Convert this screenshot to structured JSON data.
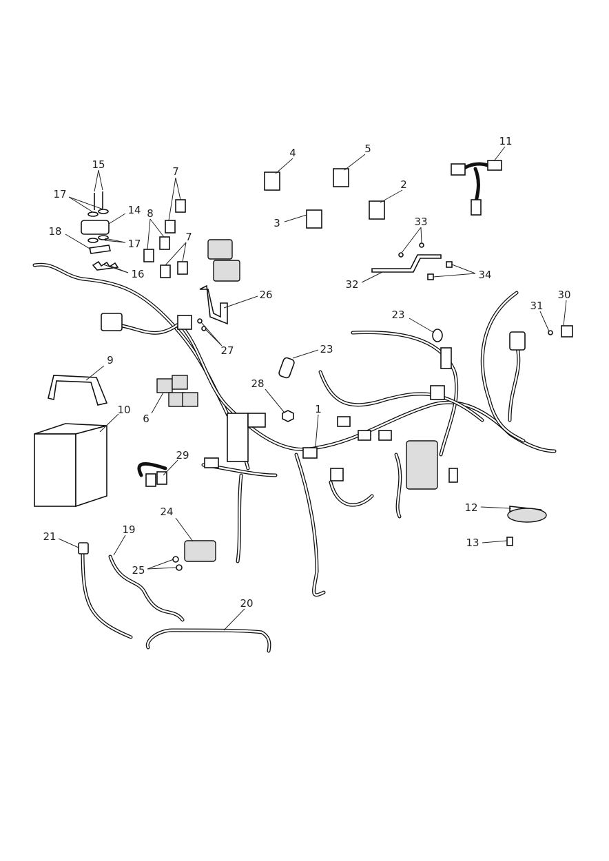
{
  "title": "Wiring harness parts diagram",
  "callouts": [
    "15",
    "17",
    "14",
    "17",
    "18",
    "16",
    "8",
    "7",
    "7",
    "4",
    "5",
    "2",
    "3",
    "33",
    "32",
    "34",
    "11",
    "26",
    "27",
    "23",
    "23",
    "31",
    "30",
    "9",
    "10",
    "6",
    "28",
    "1",
    "29",
    "24",
    "12",
    "13",
    "21",
    "19",
    "25",
    "20"
  ]
}
